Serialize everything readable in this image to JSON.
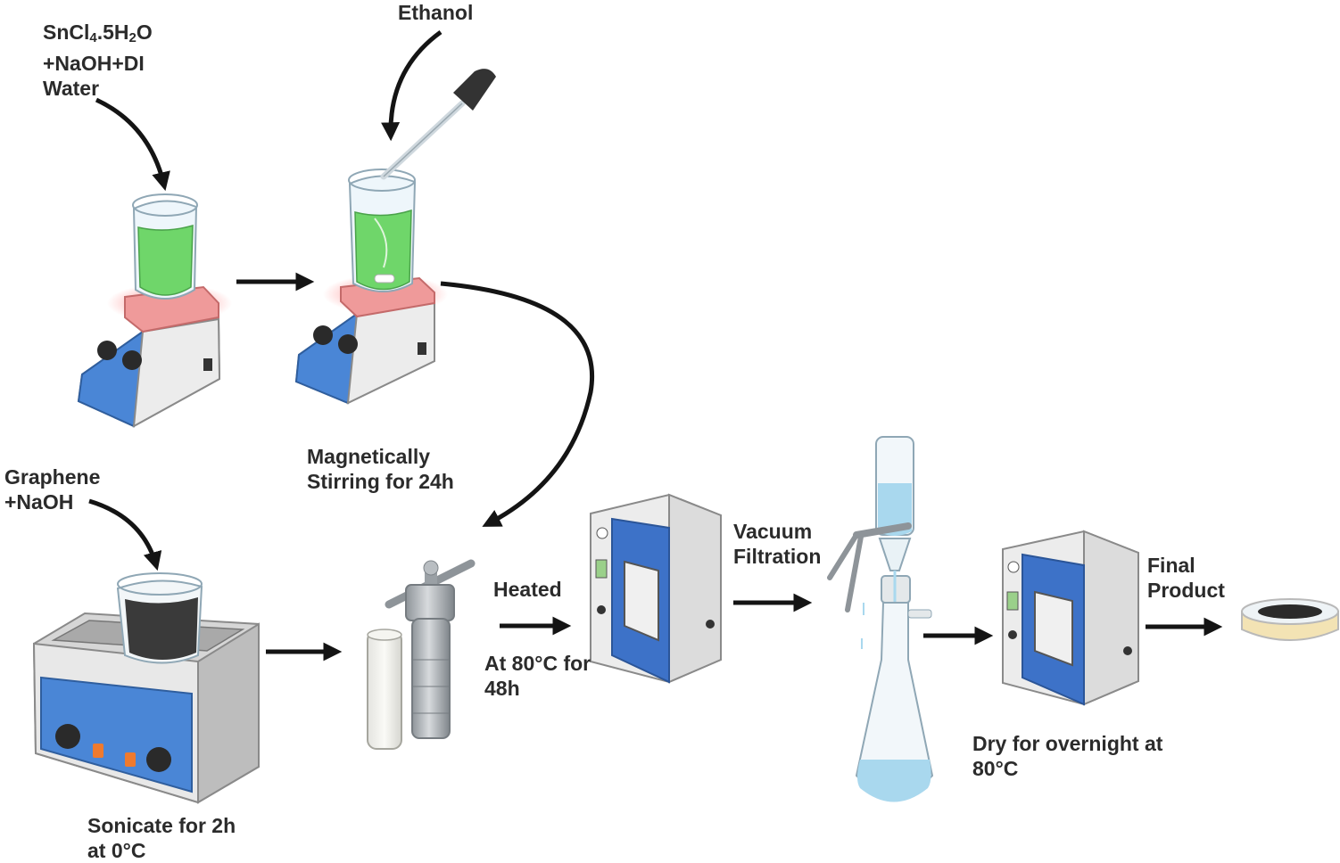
{
  "colors": {
    "arrow": "#141414",
    "green_solution": "#6fd66a",
    "hotplate_top": "#ef9a9a",
    "control_panel": "#4a86d6",
    "oven_door": "#3d72c8",
    "graphene_solution": "#3a3a3a",
    "filtrate": "#a9d8ee"
  },
  "labels": {
    "reagents": {
      "line1_pre": "SnCl",
      "line1_sub1": "4",
      "line1_mid": ".5H",
      "line1_sub2": "2",
      "line1_post": "O",
      "line2": "+NaOH+DI",
      "line3": "Water"
    },
    "ethanol": "Ethanol",
    "stirring": {
      "line1": "Magnetically",
      "line2": "Stirring for 24h"
    },
    "graphene": {
      "line1": "Graphene",
      "line2": "+NaOH"
    },
    "sonicate": {
      "line1": "Sonicate for 2h",
      "line2": "at 0°C"
    },
    "heated": "Heated",
    "heat_conditions": {
      "line1": "At 80°C for",
      "line2": "48h"
    },
    "vacuum": {
      "line1": "Vacuum",
      "line2": "Filtration"
    },
    "final": {
      "line1": "Final",
      "line2": "Product"
    },
    "dry": {
      "line1": "Dry for overnight at",
      "line2": "80°C"
    }
  },
  "icons": [
    "hotplate-stirrer-icon",
    "beaker-green-solution-icon",
    "dropper-icon",
    "ultrasonic-bath-icon",
    "beaker-graphene-icon",
    "autoclave-icon",
    "teflon-liner-icon",
    "drying-oven-icon",
    "vacuum-filtration-icon",
    "petri-dish-icon"
  ]
}
